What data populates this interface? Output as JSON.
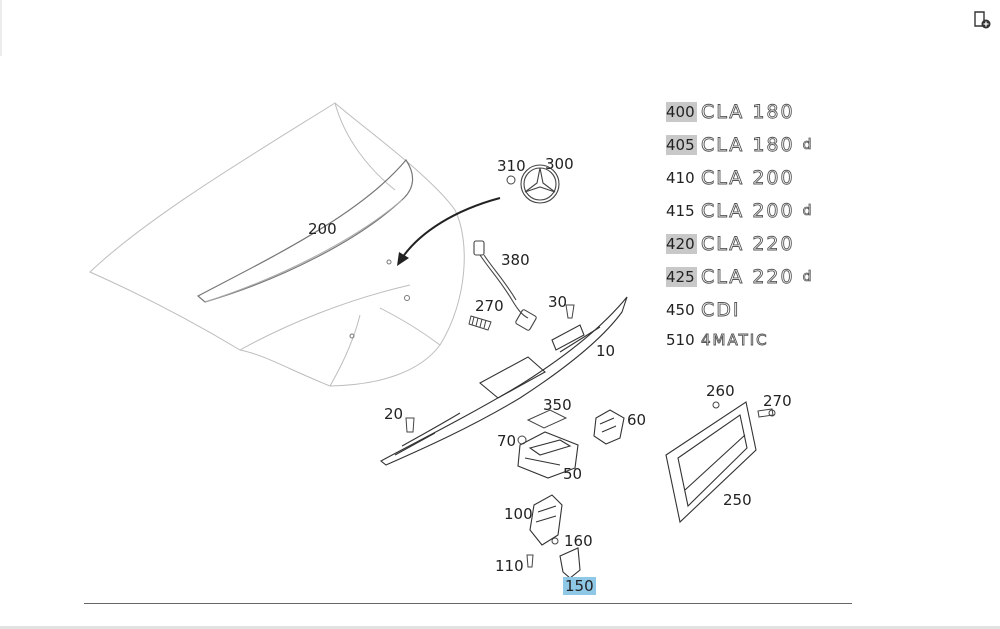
{
  "callouts": {
    "c200": "200",
    "c310": "310",
    "c300": "300",
    "c380": "380",
    "c270a": "270",
    "c30": "30",
    "c10": "10",
    "c20": "20",
    "c350": "350",
    "c70": "70",
    "c60": "60",
    "c50": "50",
    "c100": "100",
    "c160": "160",
    "c110": "110",
    "c150": "150",
    "c260": "260",
    "c270b": "270",
    "c250": "250"
  },
  "badges": [
    {
      "num": "400",
      "text": "CLA 180",
      "suffix": "",
      "highlighted": true
    },
    {
      "num": "405",
      "text": "CLA 180",
      "suffix": "d",
      "highlighted": true
    },
    {
      "num": "410",
      "text": "CLA 200",
      "suffix": "",
      "highlighted": false
    },
    {
      "num": "415",
      "text": "CLA 200",
      "suffix": "d",
      "highlighted": false
    },
    {
      "num": "420",
      "text": "CLA 220",
      "suffix": "",
      "highlighted": true
    },
    {
      "num": "425",
      "text": "CLA 220",
      "suffix": "d",
      "highlighted": true
    },
    {
      "num": "450",
      "text": "CDI",
      "suffix": "",
      "highlighted": false
    },
    {
      "num": "510",
      "text": "4MATIC",
      "suffix": "",
      "highlighted": false
    }
  ],
  "selected_part": "150",
  "colors": {
    "gray_highlight": "#c8c8c8",
    "blue_highlight": "#8ec8e6",
    "line": "#555555"
  },
  "icons": {
    "corner": "page-add-icon"
  }
}
